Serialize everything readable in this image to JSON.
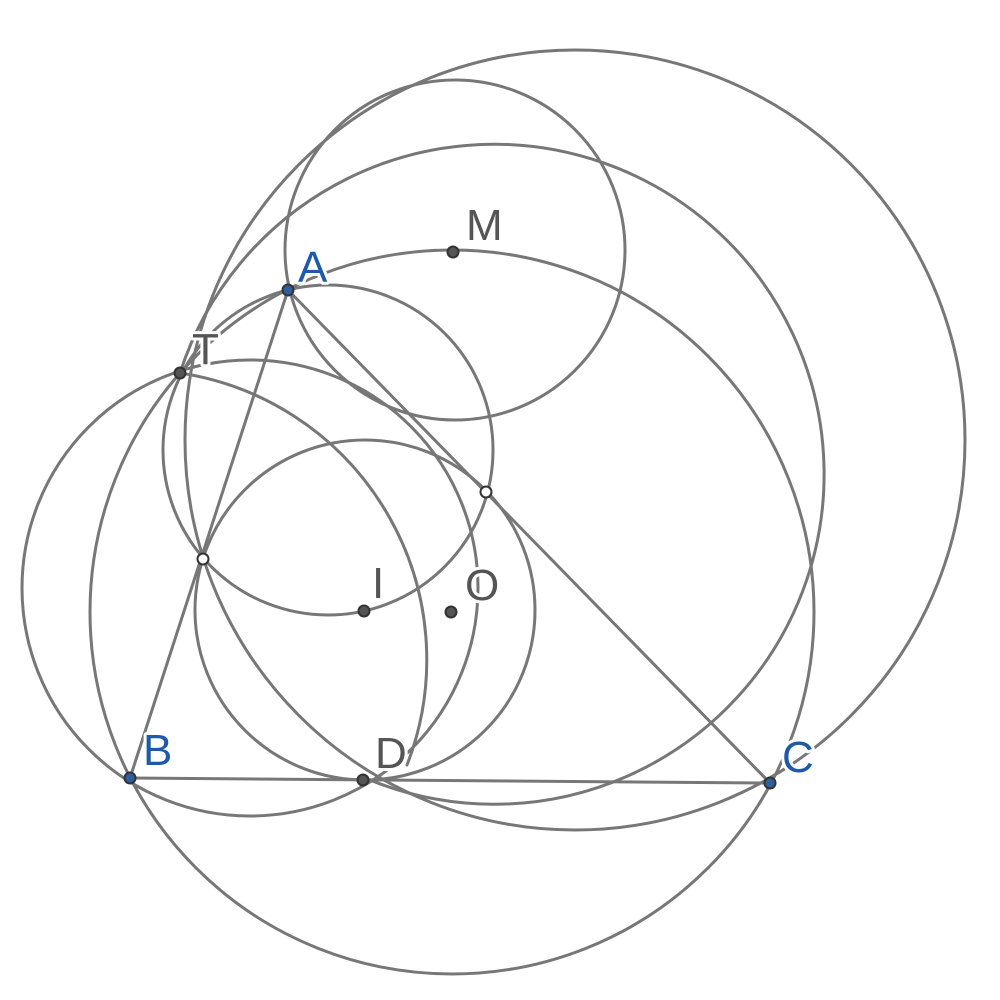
{
  "colors": {
    "background": "#ffffff",
    "stroke": "#777777",
    "label_default": "#555555",
    "label_vertex": "#1e5aa8",
    "point_filled": "#555555",
    "point_vertex": "#2f5f9f",
    "point_open": "#ffffff",
    "point_outline": "#333333"
  },
  "points": [
    {
      "id": "A",
      "label": "A",
      "style": "vertex"
    },
    {
      "id": "B",
      "label": "B",
      "style": "vertex"
    },
    {
      "id": "C",
      "label": "C",
      "style": "vertex"
    },
    {
      "id": "D",
      "label": "D",
      "style": "filled"
    },
    {
      "id": "M",
      "label": "M",
      "style": "filled"
    },
    {
      "id": "T",
      "label": "T",
      "style": "filled"
    },
    {
      "id": "I",
      "label": "I",
      "style": "filled"
    },
    {
      "id": "O",
      "label": "O",
      "style": "filled"
    },
    {
      "id": "P",
      "label": "",
      "style": "open"
    },
    {
      "id": "Q",
      "label": "",
      "style": "open"
    }
  ],
  "segments": [
    [
      "A",
      "B"
    ],
    [
      "B",
      "C"
    ],
    [
      "A",
      "C"
    ]
  ]
}
